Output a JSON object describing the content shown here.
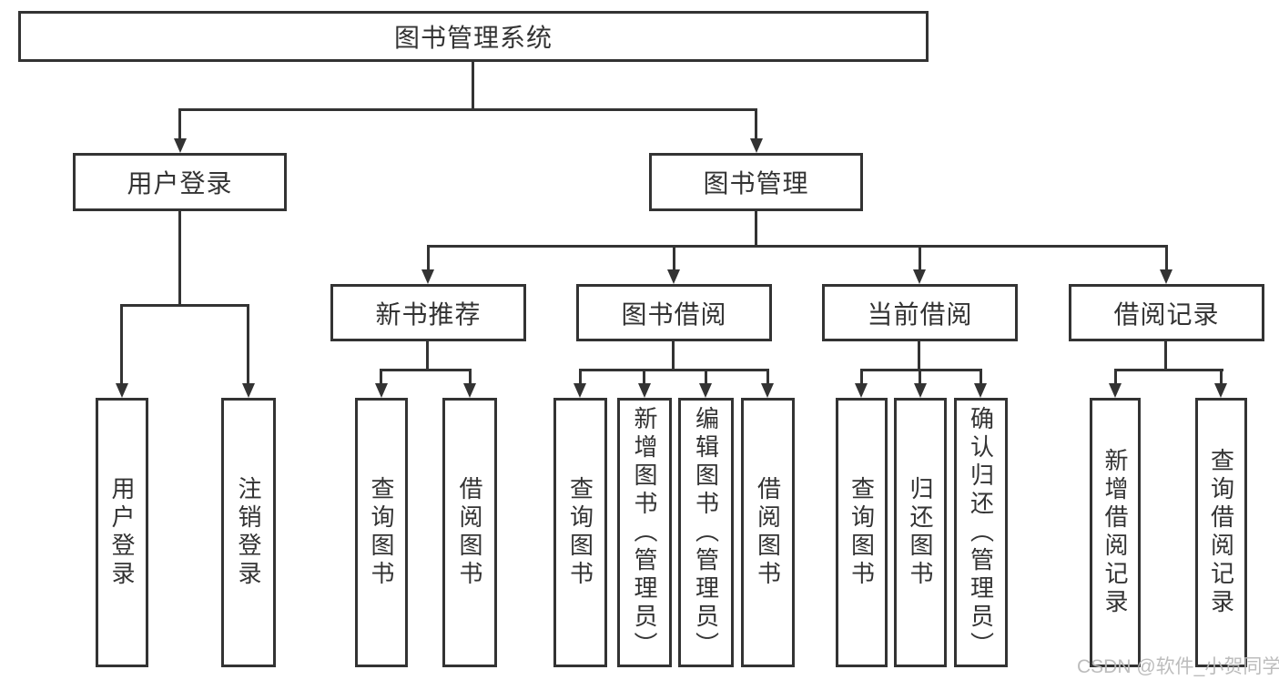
{
  "diagram": {
    "title": "图书管理系统",
    "tree": {
      "root": {
        "label": "图书管理系统"
      },
      "level2": [
        {
          "label": "用户登录"
        },
        {
          "label": "图书管理"
        }
      ],
      "level3": [
        {
          "label": "新书推荐",
          "parent": "图书管理"
        },
        {
          "label": "图书借阅",
          "parent": "图书管理"
        },
        {
          "label": "当前借阅",
          "parent": "图书管理"
        },
        {
          "label": "借阅记录",
          "parent": "图书管理"
        }
      ],
      "leaves": [
        {
          "label": "用户登录",
          "parent": "用户登录"
        },
        {
          "label": "注销登录",
          "parent": "用户登录"
        },
        {
          "label": "查询图书",
          "parent": "新书推荐"
        },
        {
          "label": "借阅图书",
          "parent": "新书推荐"
        },
        {
          "label": "查询图书",
          "parent": "图书借阅"
        },
        {
          "label": "新增图书（管理员）",
          "parent": "图书借阅"
        },
        {
          "label": "编辑图书（管理员）",
          "parent": "图书借阅"
        },
        {
          "label": "借阅图书",
          "parent": "图书借阅"
        },
        {
          "label": "查询图书",
          "parent": "当前借阅"
        },
        {
          "label": "归还图书",
          "parent": "当前借阅"
        },
        {
          "label": "确认归还（管理员）",
          "parent": "当前借阅"
        },
        {
          "label": "新增借阅记录",
          "parent": "借阅记录"
        },
        {
          "label": "查询借阅记录",
          "parent": "借阅记录"
        }
      ]
    },
    "watermark": {
      "text": "CSDN @软件_小贺同学"
    },
    "colors": {
      "line": "#333333",
      "text": "#333333",
      "watermark": "#b9b9b9",
      "background": "#ffffff"
    }
  }
}
